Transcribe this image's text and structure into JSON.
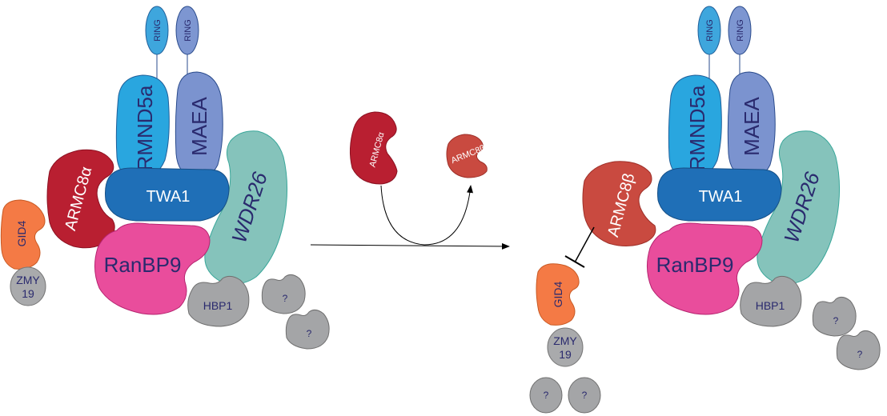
{
  "colors": {
    "ring_a": "#3ea6dd",
    "ring_b": "#7d96d1",
    "rmnd5a": "#29a6df",
    "maea": "#7b93cf",
    "twa1": "#1f6fb7",
    "armc8a": "#b91f31",
    "armc8b": "#c94a40",
    "gid4": "#f47a45",
    "zmy": "#a9aaac",
    "ranbp9": "#e94d9c",
    "wdr26": "#85c3bb",
    "hbp1": "#a4a5a7",
    "unknown": "#a4a5a7",
    "text_white": "#ffffff",
    "text_navy": "#2a2a6e"
  },
  "left_complex": {
    "ring1": "RING",
    "ring2": "RING",
    "rmnd5a": "RMND5a",
    "maea": "MAEA",
    "armc8a": "ARMC8α",
    "twa1": "TWA1",
    "wdr26": "WDR26",
    "gid4": "GID4",
    "zmy_line1": "ZMY",
    "zmy_line2": "19",
    "ranbp9": "RanBP9",
    "hbp1": "HBP1",
    "unknown1": "?",
    "unknown2": "?"
  },
  "exchange": {
    "armc8a": "ARMC8α",
    "armc8b": "ARMC8β"
  },
  "right_complex": {
    "ring1": "RING",
    "ring2": "RING",
    "rmnd5a": "RMND5a",
    "maea": "MAEA",
    "armc8b": "ARMC8β",
    "twa1": "TWA1",
    "wdr26": "WDR26",
    "gid4": "GID4",
    "zmy_line1": "ZMY",
    "zmy_line2": "19",
    "ranbp9": "RanBP9",
    "hbp1": "HBP1",
    "unknown1": "?",
    "unknown2": "?",
    "unknown3": "?",
    "unknown4": "?"
  }
}
